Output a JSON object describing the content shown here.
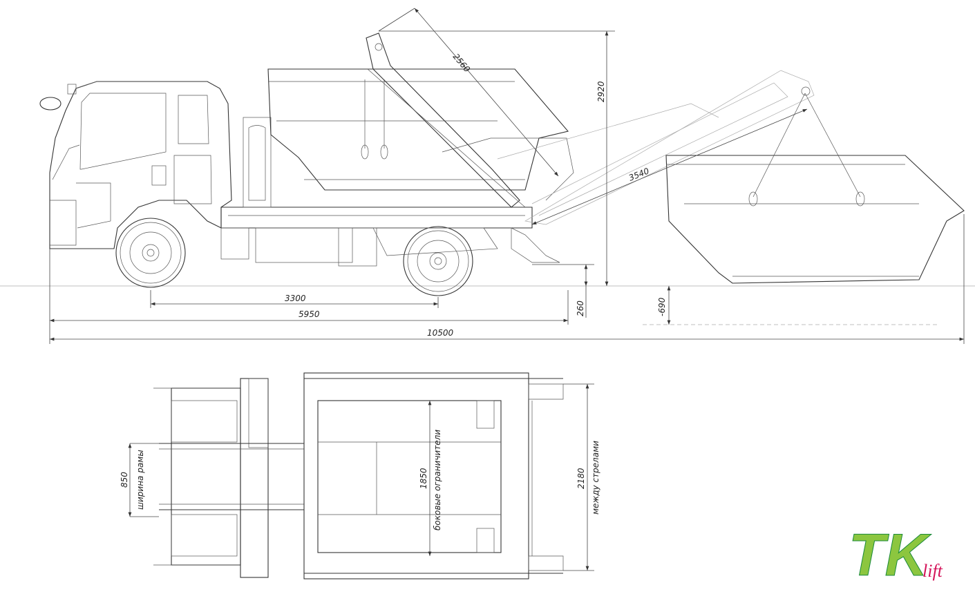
{
  "side_view": {
    "dimensions": {
      "wheelbase": "3300",
      "chassis_length": "5950",
      "overall_length": "10500",
      "ground_clearance": "260",
      "below_ground": "-690",
      "max_height": "2920",
      "arm_length": "2560",
      "reach": "3540"
    }
  },
  "top_view": {
    "dimensions": {
      "frame_width": "850",
      "frame_width_label": "ширина рамы",
      "limiters": "1850",
      "limiters_label": "боковые ограничители",
      "boom_span": "2180",
      "boom_span_label": "между стрелами"
    }
  },
  "logo": {
    "text": "TK",
    "suffix": "lift",
    "colors": {
      "primary": "#8cc63f",
      "secondary": "#1a8a3a",
      "accent": "#d4145a"
    }
  }
}
